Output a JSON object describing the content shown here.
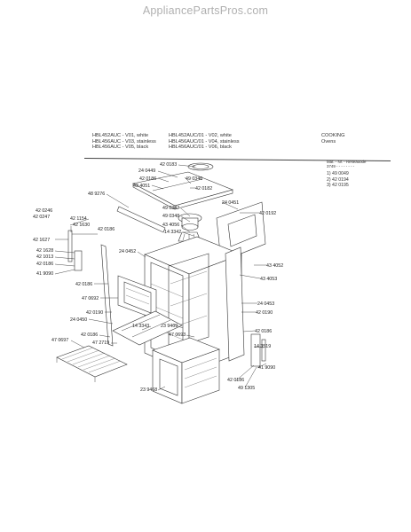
{
  "watermark": "AppliancePartsPros.com",
  "header": {
    "models_col1": [
      "HBL452AUC - V01, white",
      "HBL456AUC - V03, stainless",
      "HBL456AUC - V05, black"
    ],
    "models_col2": [
      "HBL452AUC/01 - V02, white",
      "HBL456AUC/01 - V04, stainless",
      "HBL456AUC/01 - V06, black"
    ],
    "category": "COOKING",
    "subcategory": "Ovens"
  },
  "kit_table": {
    "header": "Mat. - Nr. - Reseauode",
    "subheader": "3749 - - - - - - - -",
    "rows": [
      "1) 49 0049",
      "2) 42 0194",
      "3) 42 0195"
    ]
  },
  "part_labels": [
    {
      "id": "p1",
      "text": "42 0183"
    },
    {
      "id": "p2",
      "text": "24 0449"
    },
    {
      "id": "p3",
      "text": "42 0186"
    },
    {
      "id": "p4",
      "text": "43 4051"
    },
    {
      "id": "p5",
      "text": "49 0346"
    },
    {
      "id": "p6",
      "text": "42 0182"
    },
    {
      "id": "p7",
      "text": "24 0451"
    },
    {
      "id": "p8",
      "text": "48 9276"
    },
    {
      "id": "p9",
      "text": "42 0192"
    },
    {
      "id": "p10",
      "text": "49 0347"
    },
    {
      "id": "p11",
      "text": "49 0348"
    },
    {
      "id": "p12",
      "text": "43 4056"
    },
    {
      "id": "p13",
      "text": "14 3342"
    },
    {
      "id": "p14",
      "text": "42 0246"
    },
    {
      "id": "p15",
      "text": "42 0247"
    },
    {
      "id": "p16",
      "text": "42 1154"
    },
    {
      "id": "p17",
      "text": "42 1630"
    },
    {
      "id": "p18",
      "text": "42 0186"
    },
    {
      "id": "p19",
      "text": "42 1627"
    },
    {
      "id": "p20",
      "text": "42 1628"
    },
    {
      "id": "p21",
      "text": "42 1013"
    },
    {
      "id": "p22",
      "text": "42 0186"
    },
    {
      "id": "p23",
      "text": "41 9090"
    },
    {
      "id": "p24",
      "text": "24 0452"
    },
    {
      "id": "p25",
      "text": "43 4052"
    },
    {
      "id": "p26",
      "text": "43 4053"
    },
    {
      "id": "p27",
      "text": "42 0186"
    },
    {
      "id": "p28",
      "text": "47 0692"
    },
    {
      "id": "p29",
      "text": "42 0190"
    },
    {
      "id": "p30",
      "text": "24 0453"
    },
    {
      "id": "p31",
      "text": "42 0190"
    },
    {
      "id": "p32",
      "text": "24 0450"
    },
    {
      "id": "p33",
      "text": "14 3343"
    },
    {
      "id": "p34",
      "text": "23 9469"
    },
    {
      "id": "p35",
      "text": "47 0693"
    },
    {
      "id": "p36",
      "text": "42 0186"
    },
    {
      "id": "p37",
      "text": "47 0697"
    },
    {
      "id": "p38",
      "text": "42 0186"
    },
    {
      "id": "p39",
      "text": "47 2719"
    },
    {
      "id": "p40",
      "text": "14 3519"
    },
    {
      "id": "p41",
      "text": "41 9090"
    },
    {
      "id": "p42",
      "text": "23 9468"
    },
    {
      "id": "p43",
      "text": "42 0186"
    },
    {
      "id": "p44",
      "text": "49 1305"
    }
  ]
}
